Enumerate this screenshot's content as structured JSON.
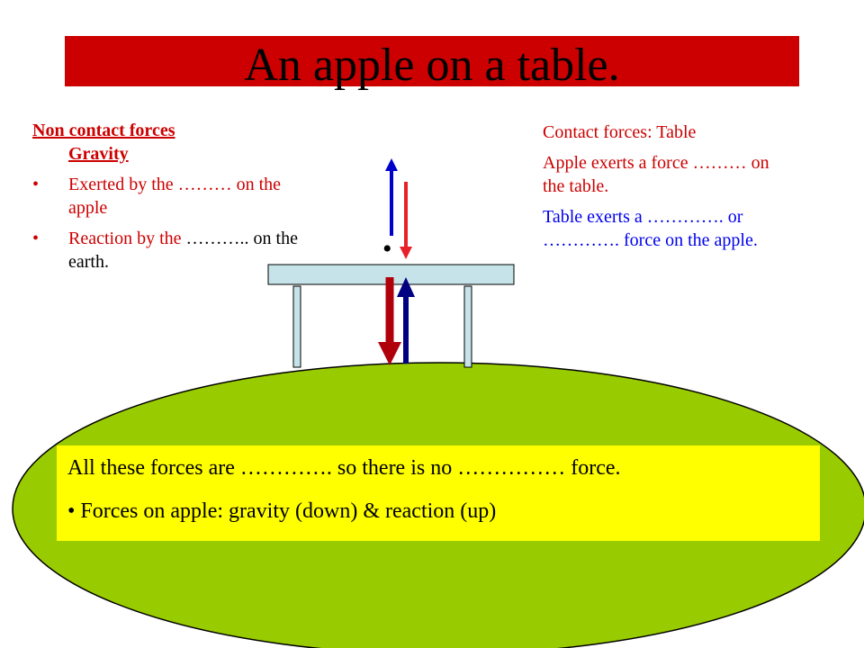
{
  "slide": {
    "title": "An apple on a table.",
    "left": {
      "heading": "Non contact forces",
      "subheading": "Gravity",
      "bullets": [
        "Exerted by the ……… on the apple"
      ],
      "bullet2_red": "Reaction by the",
      "bullet2_black": "……….. on the earth."
    },
    "right": {
      "contact_heading": "Contact forces: Table",
      "apple_force": "Apple exerts a force ……… on the table.",
      "table_force": "Table exerts a …………. or …………. force on the apple."
    },
    "apple_dot": "•",
    "summary": {
      "line": "All these forces are …………. so there is no …………… force.",
      "bullet": "Forces on apple: gravity (down) & reaction (up)"
    },
    "colors": {
      "title_bar": "#cc0000",
      "earth": "#99cc00",
      "table_top": "#c5e3e8",
      "summary_box": "#ffff00",
      "arrow_blue": "#0000cc",
      "arrow_red": "#cc0000"
    }
  }
}
